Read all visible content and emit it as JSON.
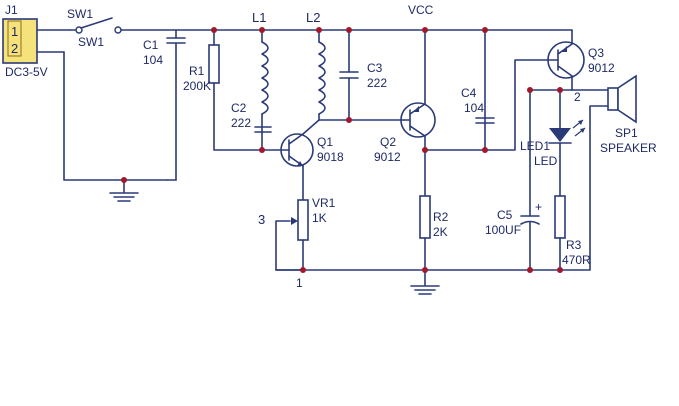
{
  "labels": {
    "j1": "J1",
    "pin1": "1",
    "pin2": "2",
    "dc": "DC3-5V",
    "sw_top": "SW1",
    "sw_bot": "SW1",
    "c1": "C1",
    "c1v": "104",
    "r1": "R1",
    "r1v": "200K",
    "l1": "L1",
    "l2": "L2",
    "vcc": "VCC",
    "c2": "C2",
    "c2v": "222",
    "c3": "C3",
    "c3v": "222",
    "q1": "Q1",
    "q1v": "9018",
    "q2": "Q2",
    "q2v": "9012",
    "c4": "C4",
    "c4v": "104",
    "q3": "Q3",
    "q3v": "9012",
    "sp1": "SP1",
    "speaker": "SPEAKER",
    "spk_pin": "2",
    "led_a": "LED1",
    "led_b": "LED",
    "r2": "R2",
    "r2v": "2K",
    "c5": "C5",
    "c5v": "100UF",
    "c5plus": "+",
    "r3": "R3",
    "r3v": "470R",
    "vr1": "VR1",
    "vr1v": "1K",
    "vr_pin3": "3",
    "vr_pin1": "1"
  },
  "colors": {
    "wire": "#2a3a78",
    "junction": "#a0182a",
    "connector_fill": "#f6e27a",
    "led_fill": "#2a3a78"
  }
}
